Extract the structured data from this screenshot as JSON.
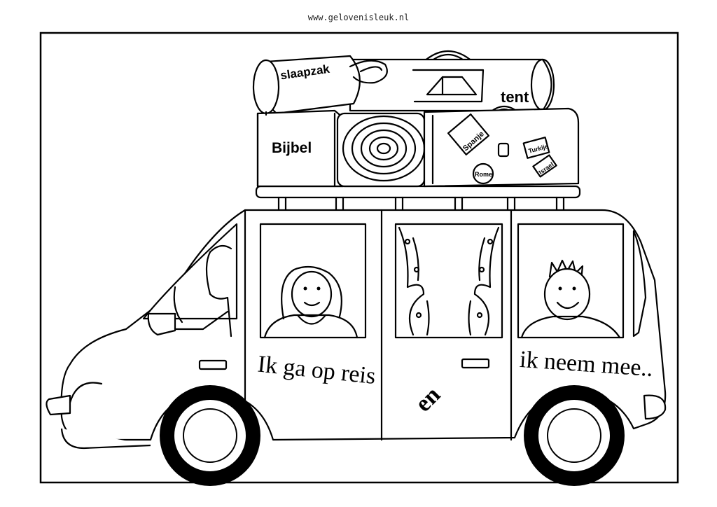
{
  "header": {
    "site": "www.gelovenisleuk.nl"
  },
  "luggage": {
    "sleeping_bag": "slaapzak",
    "tent": "tent",
    "bible": "Bijbel",
    "tags": {
      "spanje": "Spanje",
      "turkije": "Turkije",
      "rome": "Rome",
      "israel": "Israel"
    }
  },
  "van_text": {
    "left": "Ik ga op reis",
    "middle": "en",
    "right": "ik neem mee.."
  }
}
